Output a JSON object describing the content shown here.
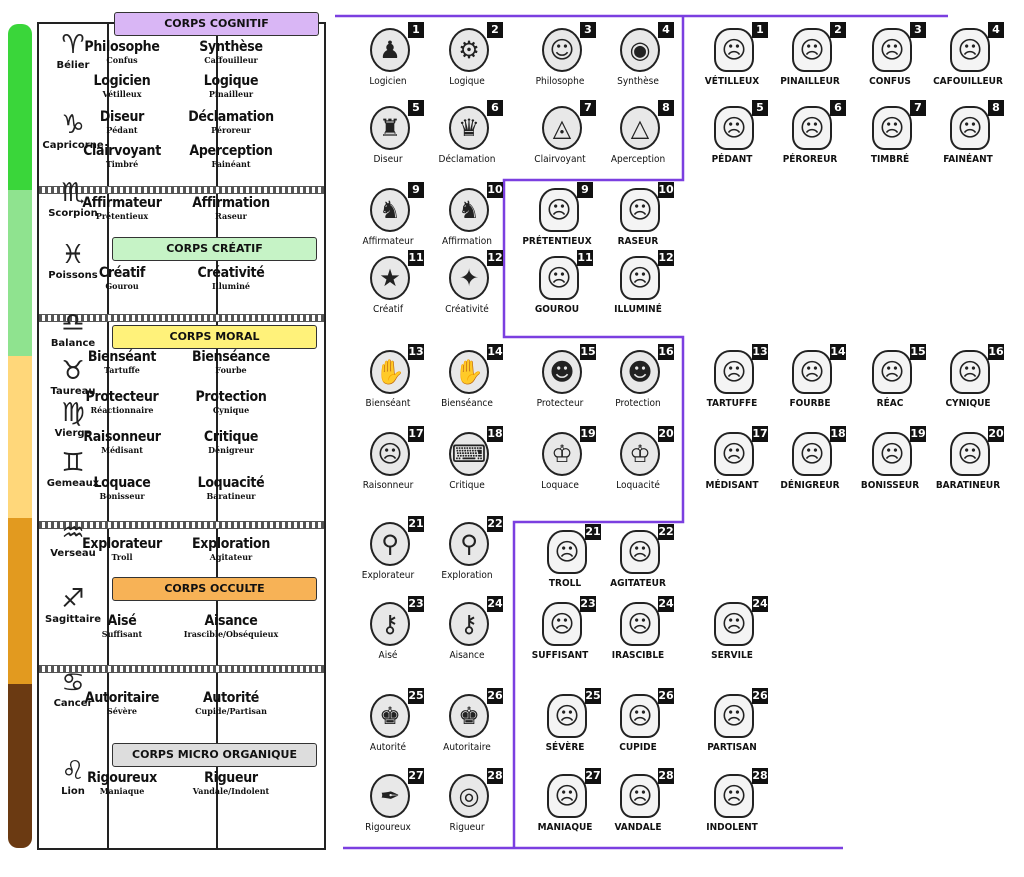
{
  "colors": {
    "stripe": [
      "#3ad63a",
      "#8fe38f",
      "#ffd77a",
      "#e29a1f",
      "#6b3a12"
    ],
    "corps_cognitif": "#d9b6f5",
    "corps_creatif": "#c6f3c6",
    "corps_moral": "#fff27a",
    "corps_occulte": "#f7b256",
    "corps_micro": "#dddddd",
    "frame": "#7b3fe0"
  },
  "corps": {
    "cognitif": "CORPS COGNITIF",
    "creatif": "CORPS CRÉATIF",
    "moral": "CORPS MORAL",
    "occulte": "CORPS OCCULTE",
    "micro": "CORPS MICRO ORGANIQUE"
  },
  "signs": [
    {
      "name": "Bélier",
      "glyph": "♈"
    },
    {
      "name": "Capricorne",
      "glyph": "♑"
    },
    {
      "name": "Scorpion",
      "glyph": "♏"
    },
    {
      "name": "Poissons",
      "glyph": "♓"
    },
    {
      "name": "Balance",
      "glyph": "♎"
    },
    {
      "name": "Taureau",
      "glyph": "♉"
    },
    {
      "name": "Vierge",
      "glyph": "♍"
    },
    {
      "name": "Gemeaux",
      "glyph": "♊"
    },
    {
      "name": "Verseau",
      "glyph": "♒"
    },
    {
      "name": "Sagittaire",
      "glyph": "♐"
    },
    {
      "name": "Cancer",
      "glyph": "♋"
    },
    {
      "name": "Lion",
      "glyph": "♌"
    }
  ],
  "words": [
    {
      "a": "Philosophe",
      "b": "Confus"
    },
    {
      "a": "Synthèse",
      "b": "Caffouilleur"
    },
    {
      "a": "Logicien",
      "b": "Vétilleux"
    },
    {
      "a": "Logique",
      "b": "Pinailleur"
    },
    {
      "a": "Diseur",
      "b": "Pédant"
    },
    {
      "a": "Déclamation",
      "b": "Péroreur"
    },
    {
      "a": "Clairvoyant",
      "b": "Timbré"
    },
    {
      "a": "Aperception",
      "b": "Fainéant"
    },
    {
      "a": "Affirmateur",
      "b": "Prétentieux"
    },
    {
      "a": "Affirmation",
      "b": "Raseur"
    },
    {
      "a": "Créatif",
      "b": "Gourou"
    },
    {
      "a": "Créativité",
      "b": "Illuminé"
    },
    {
      "a": "Bienséant",
      "b": "Tartuffe"
    },
    {
      "a": "Bienséance",
      "b": "Fourbe"
    },
    {
      "a": "Protecteur",
      "b": "Réactionnaire"
    },
    {
      "a": "Protection",
      "b": "Cynique"
    },
    {
      "a": "Raisonneur",
      "b": "Médisant"
    },
    {
      "a": "Critique",
      "b": "Dénigreur"
    },
    {
      "a": "Loquace",
      "b": "Bonisseur"
    },
    {
      "a": "Loquacité",
      "b": "Baratineur"
    },
    {
      "a": "Explorateur",
      "b": "Troll"
    },
    {
      "a": "Exploration",
      "b": "Agitateur"
    },
    {
      "a": "Aisé",
      "b": "Suffisant"
    },
    {
      "a": "Aisance",
      "b": "Irascible/Obséquieux"
    },
    {
      "a": "Autoritaire",
      "b": "Sévère"
    },
    {
      "a": "Autorité",
      "b": "Cupide/Partisan"
    },
    {
      "a": "Rigoureux",
      "b": "Maniaque"
    },
    {
      "a": "Rigueur",
      "b": "Vandale/Indolent"
    }
  ],
  "tiles": [
    {
      "n": "1",
      "label": "Logicien",
      "icon": "logician-icon",
      "g": "♟"
    },
    {
      "n": "2",
      "label": "Logique",
      "icon": "logic-head-icon",
      "g": "⚙"
    },
    {
      "n": "3",
      "label": "Philosophe",
      "icon": "philosopher-icon",
      "g": "☺"
    },
    {
      "n": "4",
      "label": "Synthèse",
      "icon": "synthesis-icon",
      "g": "◉"
    },
    {
      "n": "5",
      "label": "Diseur",
      "icon": "speaker-icon",
      "g": "♜"
    },
    {
      "n": "6",
      "label": "Déclamation",
      "icon": "declamation-icon",
      "g": "♛"
    },
    {
      "n": "7",
      "label": "Clairvoyant",
      "icon": "eye-pyramid-icon",
      "g": "◬"
    },
    {
      "n": "8",
      "label": "Aperception",
      "icon": "eye-triangle-icon",
      "g": "△"
    },
    {
      "n": "9",
      "label": "Affirmateur",
      "icon": "spartan-helmet-icon",
      "g": "♞"
    },
    {
      "n": "10",
      "label": "Affirmation",
      "icon": "spartan-helmet-icon",
      "g": "♞"
    },
    {
      "n": "11",
      "label": "Créatif",
      "icon": "magic-hat-icon",
      "g": "★"
    },
    {
      "n": "12",
      "label": "Créativité",
      "icon": "magic-hat-icon",
      "g": "✦"
    },
    {
      "n": "13",
      "label": "Bienséant",
      "icon": "handshake-icon",
      "g": "✋"
    },
    {
      "n": "14",
      "label": "Bienséance",
      "icon": "handshake-icon",
      "g": "✋"
    },
    {
      "n": "15",
      "label": "Protecteur",
      "icon": "policeman-icon",
      "g": "☻"
    },
    {
      "n": "16",
      "label": "Protection",
      "icon": "police-badge-icon",
      "g": "☻"
    },
    {
      "n": "17",
      "label": "Raisonneur",
      "icon": "bearded-man-icon",
      "g": "☹"
    },
    {
      "n": "18",
      "label": "Critique",
      "icon": "typewriter-icon",
      "g": "⌨"
    },
    {
      "n": "19",
      "label": "Loquace",
      "icon": "top-hat-man-icon",
      "g": "♔"
    },
    {
      "n": "20",
      "label": "Loquacité",
      "icon": "gentleman-icon",
      "g": "♔"
    },
    {
      "n": "21",
      "label": "Explorateur",
      "icon": "binoculars-icon",
      "g": "⚲"
    },
    {
      "n": "22",
      "label": "Exploration",
      "icon": "binoculars-icon",
      "g": "⚲"
    },
    {
      "n": "23",
      "label": "Aisé",
      "icon": "crossed-keys-icon",
      "g": "⚷"
    },
    {
      "n": "24",
      "label": "Aisance",
      "icon": "key-icon",
      "g": "⚷"
    },
    {
      "n": "25",
      "label": "Autorité",
      "icon": "officer-icon",
      "g": "♚"
    },
    {
      "n": "26",
      "label": "Autoritaire",
      "icon": "guard-icon",
      "g": "♚"
    },
    {
      "n": "27",
      "label": "Rigoureux",
      "icon": "quill-book-icon",
      "g": "✒"
    },
    {
      "n": "28",
      "label": "Rigueur",
      "icon": "target-icon",
      "g": "◎"
    }
  ],
  "caricatures": [
    {
      "n": "1",
      "label": "VÉTILLEUX",
      "icon": "caricature-icon",
      "g": "☹"
    },
    {
      "n": "2",
      "label": "PINAILLEUR",
      "icon": "caricature-icon",
      "g": "☹"
    },
    {
      "n": "3",
      "label": "CONFUS",
      "icon": "caricature-icon",
      "g": "☹"
    },
    {
      "n": "4",
      "label": "CAFOUILLEUR",
      "icon": "caricature-icon",
      "g": "☹"
    },
    {
      "n": "5",
      "label": "PÉDANT",
      "icon": "caricature-icon",
      "g": "☹"
    },
    {
      "n": "6",
      "label": "PÉROREUR",
      "icon": "caricature-icon",
      "g": "☹"
    },
    {
      "n": "7",
      "label": "TIMBRÉ",
      "icon": "caricature-icon",
      "g": "☹"
    },
    {
      "n": "8",
      "label": "FAINÉANT",
      "icon": "caricature-icon",
      "g": "☹"
    },
    {
      "n": "9",
      "label": "PRÉTENTIEUX",
      "icon": "caricature-icon",
      "g": "☹"
    },
    {
      "n": "10",
      "label": "RASEUR",
      "icon": "caricature-icon",
      "g": "☹"
    },
    {
      "n": "11",
      "label": "GOUROU",
      "icon": "caricature-icon",
      "g": "☹"
    },
    {
      "n": "12",
      "label": "ILLUMINÉ",
      "icon": "caricature-icon",
      "g": "☹"
    },
    {
      "n": "13",
      "label": "TARTUFFE",
      "icon": "caricature-icon",
      "g": "☹"
    },
    {
      "n": "14",
      "label": "FOURBE",
      "icon": "caricature-icon",
      "g": "☹"
    },
    {
      "n": "15",
      "label": "RÉAC",
      "icon": "caricature-icon",
      "g": "☹"
    },
    {
      "n": "16",
      "label": "CYNIQUE",
      "icon": "caricature-icon",
      "g": "☹"
    },
    {
      "n": "17",
      "label": "MÉDISANT",
      "icon": "caricature-icon",
      "g": "☹"
    },
    {
      "n": "18",
      "label": "DÉNIGREUR",
      "icon": "caricature-icon",
      "g": "☹"
    },
    {
      "n": "19",
      "label": "BONISSEUR",
      "icon": "caricature-icon",
      "g": "☹"
    },
    {
      "n": "20",
      "label": "BARATINEUR",
      "icon": "caricature-icon",
      "g": "☹"
    },
    {
      "n": "21",
      "label": "TROLL",
      "icon": "caricature-icon",
      "g": "☹"
    },
    {
      "n": "22",
      "label": "AGITATEUR",
      "icon": "caricature-icon",
      "g": "☹"
    },
    {
      "n": "23",
      "label": "SUFFISANT",
      "icon": "caricature-icon",
      "g": "☹"
    },
    {
      "n": "24",
      "label": "IRASCIBLE",
      "icon": "caricature-icon",
      "g": "☹"
    },
    {
      "n": "24",
      "label": "SERVILE",
      "icon": "caricature-icon",
      "g": "☹"
    },
    {
      "n": "25",
      "label": "SÉVÈRE",
      "icon": "caricature-icon",
      "g": "☹"
    },
    {
      "n": "26",
      "label": "CUPIDE",
      "icon": "caricature-icon",
      "g": "☹"
    },
    {
      "n": "26",
      "label": "PARTISAN",
      "icon": "caricature-icon",
      "g": "☹"
    },
    {
      "n": "27",
      "label": "MANIAQUE",
      "icon": "caricature-icon",
      "g": "☹"
    },
    {
      "n": "28",
      "label": "VANDALE",
      "icon": "caricature-icon",
      "g": "☹"
    },
    {
      "n": "28",
      "label": "INDOLENT",
      "icon": "caricature-icon",
      "g": "☹"
    }
  ]
}
